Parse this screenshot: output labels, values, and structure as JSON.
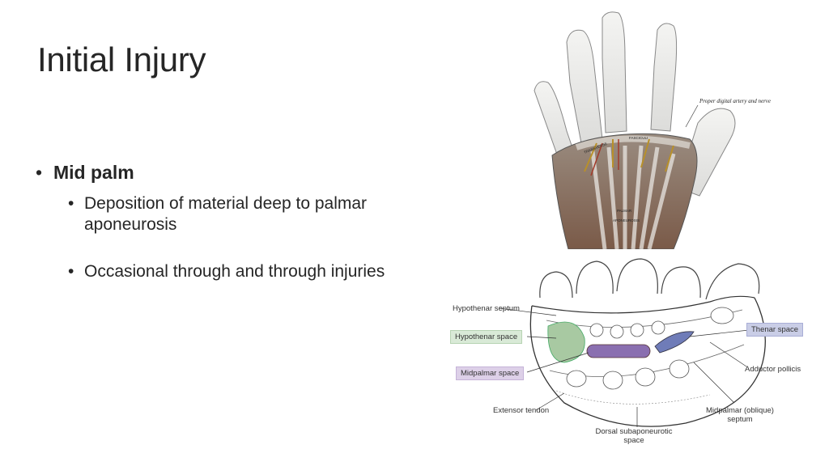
{
  "slide": {
    "title": "Initial Injury",
    "bullets": {
      "main": "Mid palm",
      "sub1": "Deposition of material deep to palmar aponeurosis",
      "sub2": "Occasional through and through injuries"
    }
  },
  "hand_figure": {
    "caption": "Proper digital artery and nerve",
    "label_transverse": "TRANSVERSE",
    "label_fasciculi": "FASCICULI",
    "label_palmar": "PALMAR",
    "label_aponeurosis": "APONEUROSIS"
  },
  "cross_section": {
    "hypothenar_septum": "Hypothenar septum",
    "hypothenar_space": "Hypothenar space",
    "midpalmar_space": "Midpalmar space",
    "extensor_tendon": "Extensor tendon",
    "dorsal_line1": "Dorsal subaponeurotic",
    "dorsal_line2": "space",
    "midpalmar_septum_line1": "Midpalmar (oblique)",
    "midpalmar_septum_line2": "septum",
    "adductor_pollicis": "Adductor pollicis",
    "thenar_space": "Thenar space",
    "colors": {
      "hypothenar_space": "#a8c9a2",
      "midpalmar_space": "#8a6fb0",
      "thenar_space": "#6f7cb8"
    }
  }
}
